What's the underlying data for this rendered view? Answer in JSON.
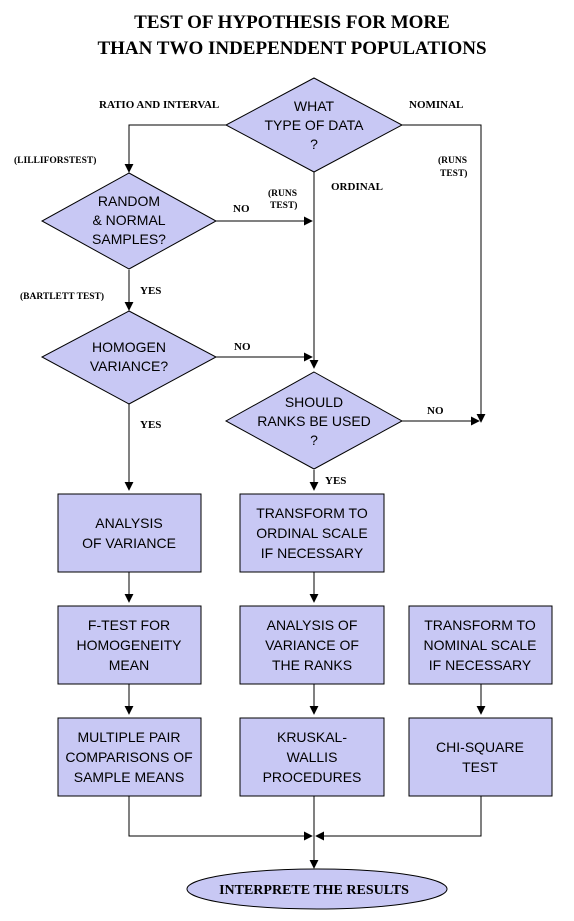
{
  "title": {
    "line1": "TEST OF HYPOTHESIS FOR MORE",
    "line2": "THAN TWO INDEPENDENT POPULATIONS"
  },
  "colors": {
    "shape_fill": "#c8c8f4",
    "stroke": "#000000"
  },
  "nodes": {
    "data_type": [
      "WHAT",
      "TYPE  OF DATA",
      "?"
    ],
    "random_normal": [
      "RANDOM",
      "& NORMAL",
      "SAMPLES?"
    ],
    "homogen_variance": [
      "HOMOGEN",
      "VARIANCE?"
    ],
    "ranks": [
      "SHOULD",
      "RANKS BE USED",
      "?"
    ],
    "anova": [
      "ANALYSIS",
      "OF VARIANCE"
    ],
    "transform_ordinal": [
      "TRANSFORM TO",
      "ORDINAL SCALE",
      "IF NECESSARY"
    ],
    "ftest": [
      "F-TEST FOR",
      "HOMOGENEITY",
      "MEAN"
    ],
    "anova_ranks": [
      "ANALYSIS OF",
      "VARIANCE OF",
      "THE RANKS"
    ],
    "transform_nominal": [
      "TRANSFORM TO",
      "NOMINAL SCALE",
      "IF NECESSARY"
    ],
    "multiple_pair": [
      "MULTIPLE PAIR",
      "COMPARISONS OF",
      "SAMPLE MEANS"
    ],
    "kruskal": [
      "KRUSKAL-",
      "WALLIS",
      "PROCEDURES"
    ],
    "chi_square": [
      "CHI-SQUARE",
      "TEST"
    ],
    "result": "INTERPRETE THE RESULTS"
  },
  "edge_labels": {
    "ratio_interval": "RATIO AND INTERVAL",
    "nominal": "NOMINAL",
    "ordinal": "ORDINAL",
    "lilliforstest": "(LILLIFORSTEST)",
    "runs_test_right": [
      "(RUNS",
      "TEST)"
    ],
    "runs_test_mid": [
      "(RUNS",
      "TEST)"
    ],
    "no_random": "NO",
    "bartlett": "(BARTLETT TEST)",
    "yes_random": "YES",
    "no_homogen": "NO",
    "yes_homogen": "YES",
    "no_ranks": "NO",
    "yes_ranks": "YES"
  }
}
